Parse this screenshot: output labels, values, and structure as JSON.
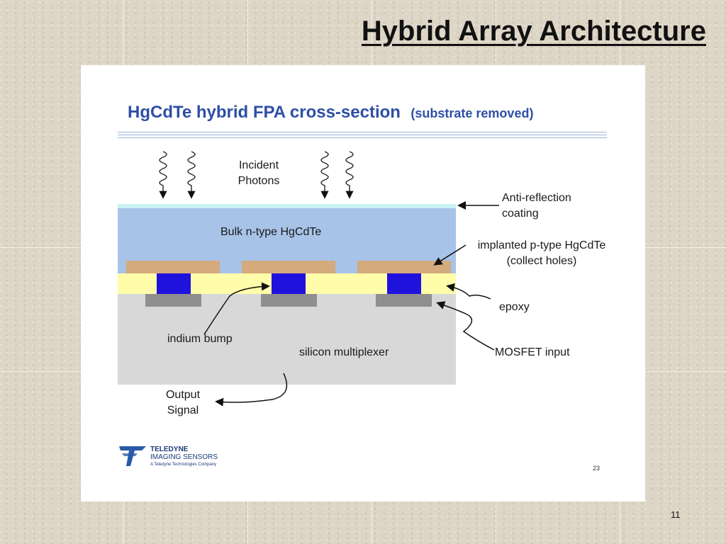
{
  "slide": {
    "title": "Hybrid Array Architecture",
    "page_number": "11"
  },
  "figure": {
    "heading": "HgCdTe hybrid FPA cross-section",
    "subheading": "(substrate removed)",
    "labels": {
      "incident_1": "Incident",
      "incident_2": "Photons",
      "anti_reflection_1": "Anti-reflection",
      "anti_reflection_2": "coating",
      "bulk": "Bulk n-type HgCdTe",
      "implanted_1": "implanted p-type HgCdTe",
      "implanted_2": "(collect holes)",
      "epoxy": "epoxy",
      "indium_bump": "indium bump",
      "silicon": "silicon multiplexer",
      "mosfet": "MOSFET input",
      "output_1": "Output",
      "output_2": "Signal"
    },
    "logo": {
      "line1": "TELEDYNE",
      "line2": "IMAGING SENSORS",
      "line3": "A Teledyne Technologies Company"
    },
    "page_number": "23",
    "colors": {
      "heading": "#2e4fa6",
      "ar_coating": "#c9f2f2",
      "bulk": "#a8c3e8",
      "implant": "#d5aa7c",
      "epoxy": "#fffcaa",
      "indium_bump": "#1f12dd",
      "mosfet": "#8f8f8f",
      "silicon": "#d8d8d8"
    }
  }
}
